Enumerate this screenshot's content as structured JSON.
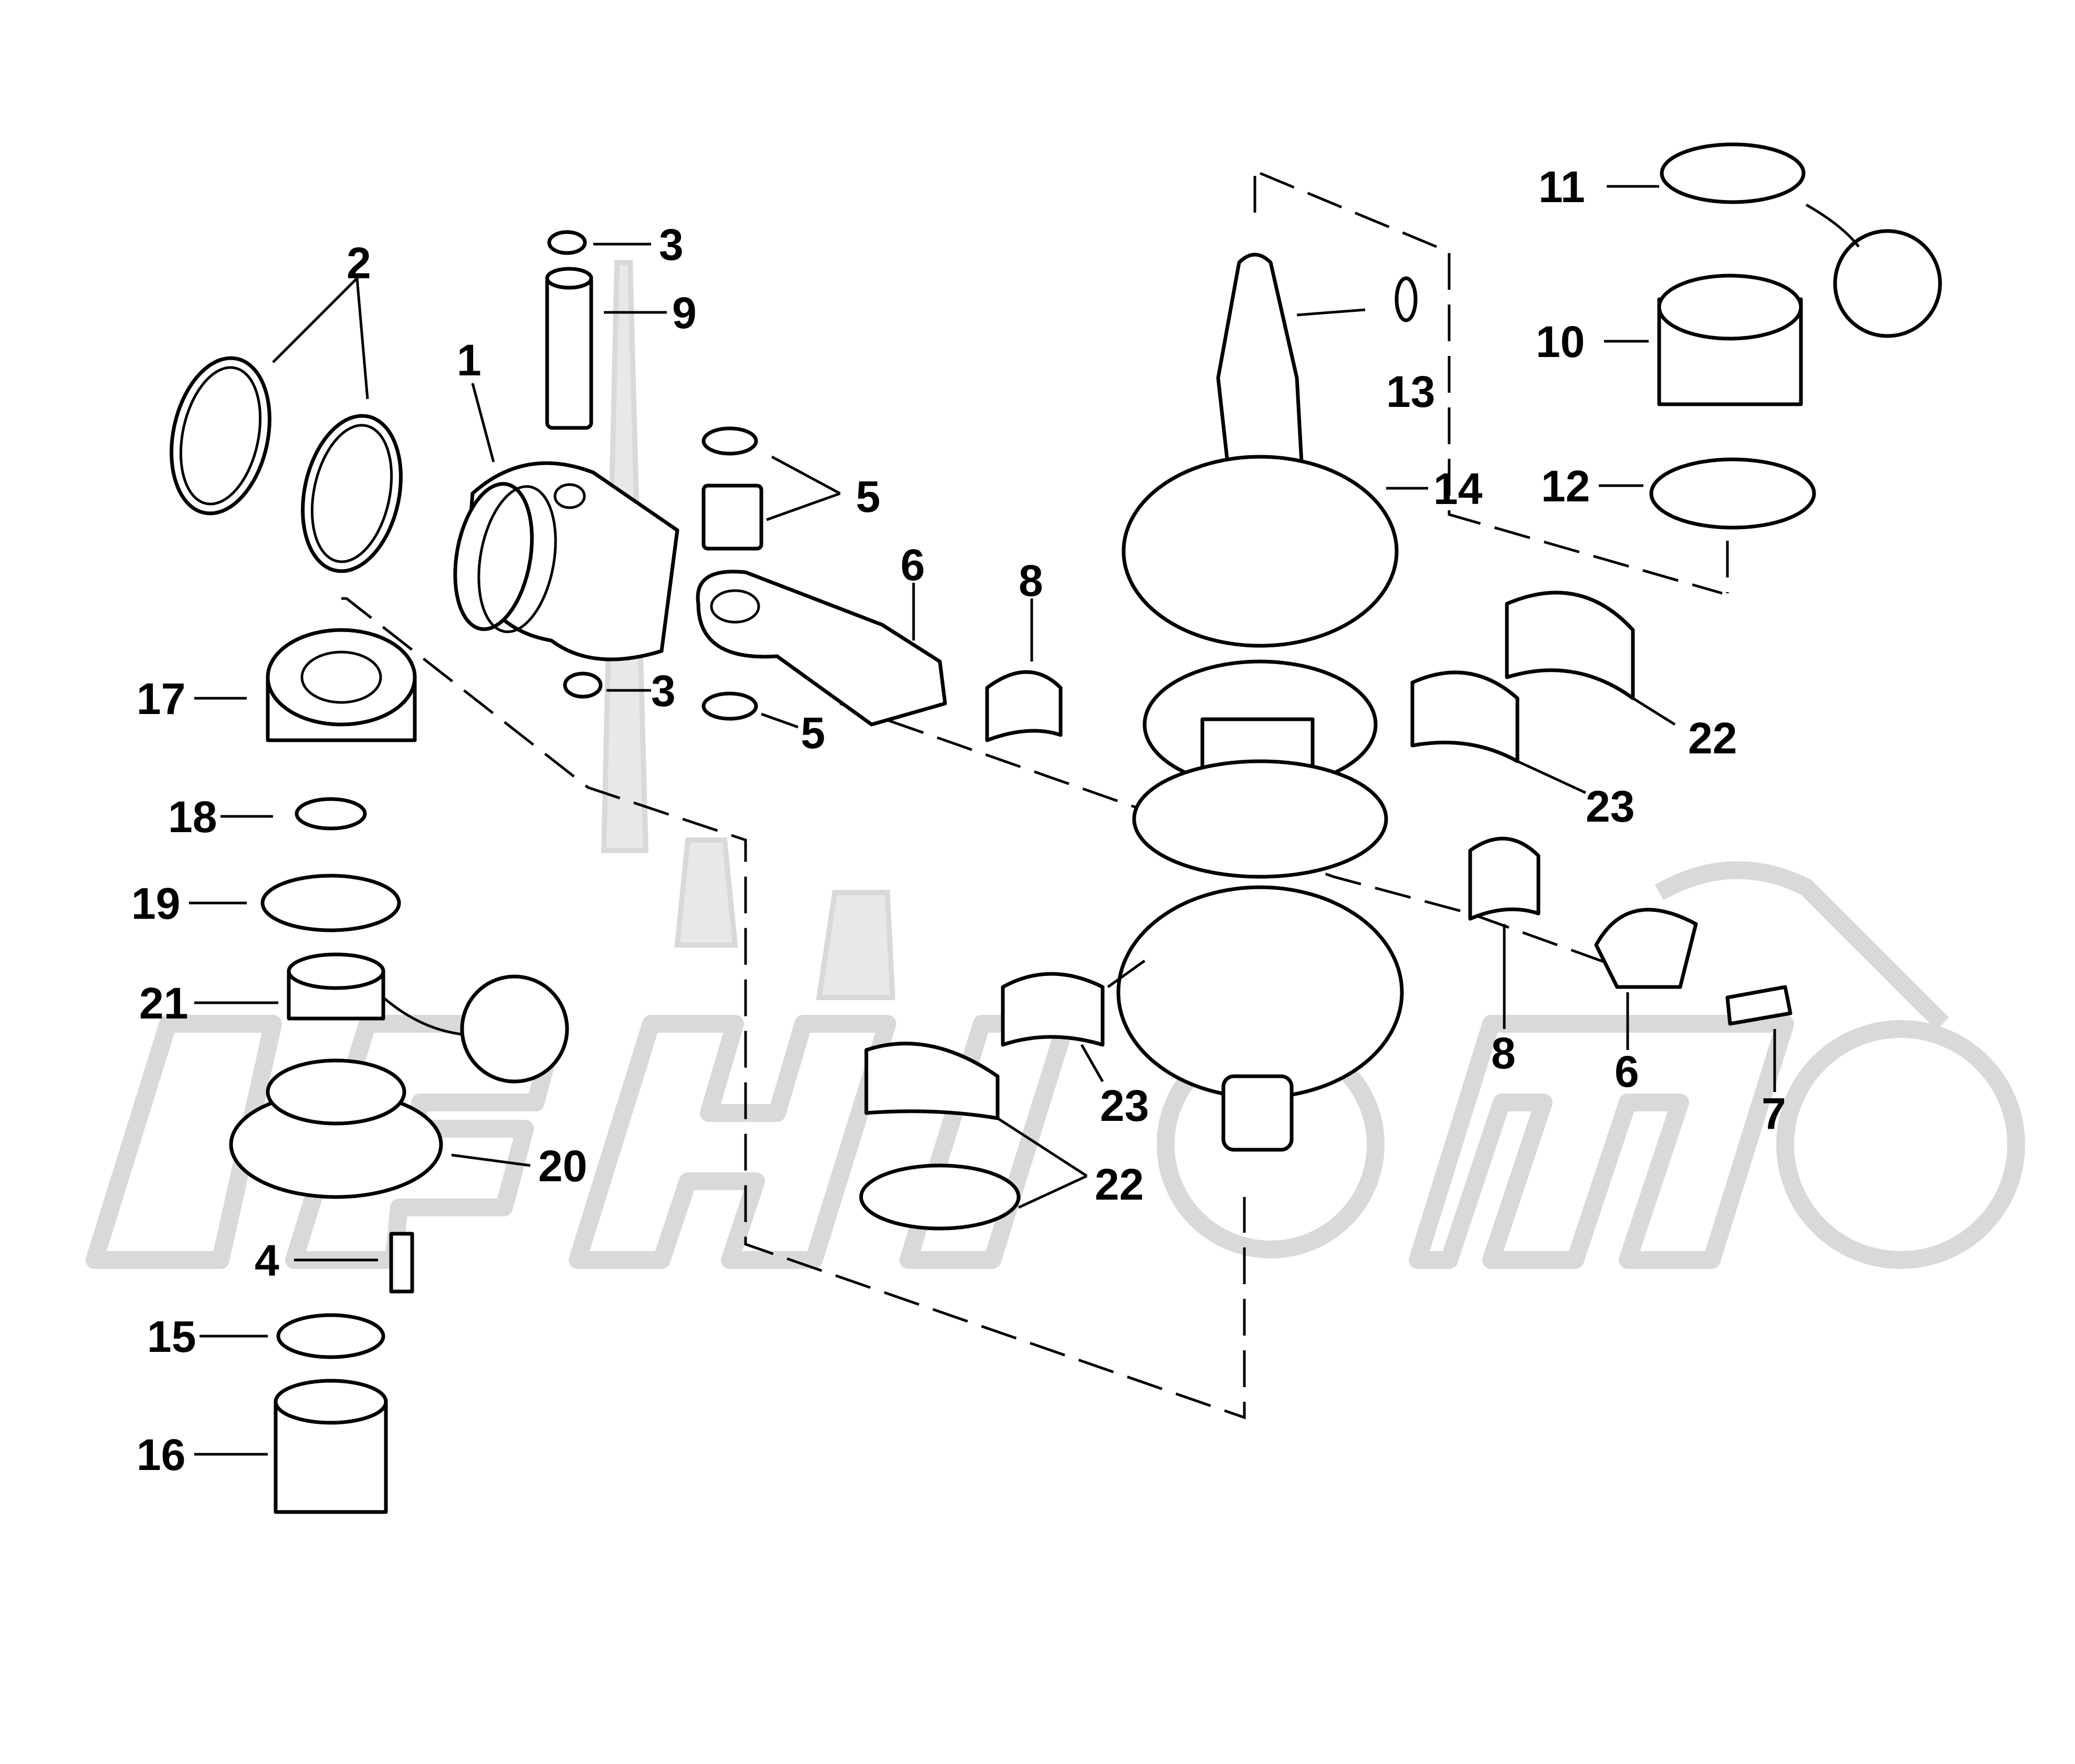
{
  "diagram": {
    "callouts": [
      {
        "id": "1",
        "text": "1"
      },
      {
        "id": "2",
        "text": "2"
      },
      {
        "id": "3a",
        "text": "3"
      },
      {
        "id": "3b",
        "text": "3"
      },
      {
        "id": "4",
        "text": "4"
      },
      {
        "id": "5a",
        "text": "5"
      },
      {
        "id": "5b",
        "text": "5"
      },
      {
        "id": "6a",
        "text": "6"
      },
      {
        "id": "6b",
        "text": "6"
      },
      {
        "id": "7",
        "text": "7"
      },
      {
        "id": "8a",
        "text": "8"
      },
      {
        "id": "8b",
        "text": "8"
      },
      {
        "id": "9",
        "text": "9"
      },
      {
        "id": "10",
        "text": "10"
      },
      {
        "id": "11",
        "text": "11"
      },
      {
        "id": "12",
        "text": "12"
      },
      {
        "id": "13",
        "text": "13"
      },
      {
        "id": "14",
        "text": "14"
      },
      {
        "id": "15",
        "text": "15"
      },
      {
        "id": "16",
        "text": "16"
      },
      {
        "id": "17",
        "text": "17"
      },
      {
        "id": "18",
        "text": "18"
      },
      {
        "id": "19",
        "text": "19"
      },
      {
        "id": "20",
        "text": "20"
      },
      {
        "id": "21",
        "text": "21"
      },
      {
        "id": "22a",
        "text": "22"
      },
      {
        "id": "22b",
        "text": "22"
      },
      {
        "id": "23a",
        "text": "23"
      },
      {
        "id": "23b",
        "text": "23"
      }
    ],
    "watermark": {
      "brand": "watermark-logo"
    },
    "colors": {
      "line": "#000000",
      "background": "#ffffff",
      "watermark": "#d9d9d9"
    }
  }
}
